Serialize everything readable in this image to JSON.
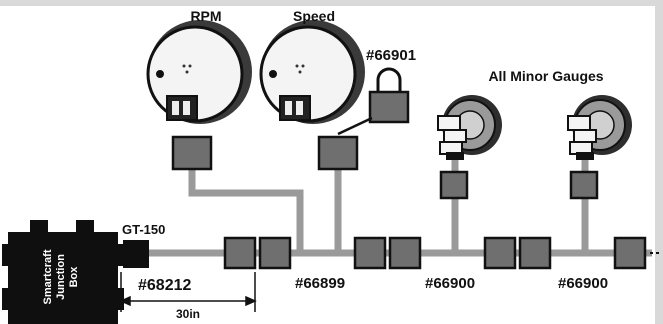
{
  "labels": {
    "rpm": "RPM",
    "speed": "Speed",
    "part_66901": "#66901",
    "all_minor_gauges": "All Minor Gauges",
    "gt150": "GT-150",
    "part_68212": "#68212",
    "length_30in": "30in",
    "part_66899": "#66899",
    "part_66900_a": "#66900",
    "part_66900_b": "#66900",
    "junction_box_line1": "Smartcraft",
    "junction_box_line2": "Junction",
    "junction_box_line3": "Box"
  },
  "colors": {
    "connector_fill": "#6f6f6f",
    "cable": "#9a9a9a",
    "outline": "#111111",
    "gauge_face": "#f4f4f4",
    "junction_box": "#0f0f0f",
    "frame": "#d9d9d9"
  }
}
